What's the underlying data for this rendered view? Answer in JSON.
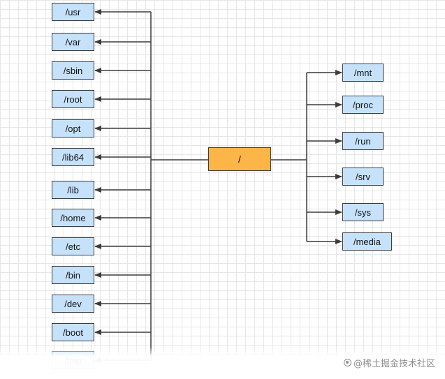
{
  "root": {
    "label": "/"
  },
  "left_nodes": [
    {
      "id": "usr",
      "label": "/usr"
    },
    {
      "id": "var",
      "label": "/var"
    },
    {
      "id": "sbin",
      "label": "/sbin"
    },
    {
      "id": "root",
      "label": "/root"
    },
    {
      "id": "opt",
      "label": "/opt"
    },
    {
      "id": "lib64",
      "label": "/lib64"
    },
    {
      "id": "lib",
      "label": "/lib"
    },
    {
      "id": "home",
      "label": "/home"
    },
    {
      "id": "etc",
      "label": "/etc"
    },
    {
      "id": "bin",
      "label": "/bin"
    },
    {
      "id": "dev",
      "label": "/dev"
    },
    {
      "id": "boot",
      "label": "/boot"
    },
    {
      "id": "tmp",
      "label": "/tmp"
    }
  ],
  "right_nodes": [
    {
      "id": "mnt",
      "label": "/mnt"
    },
    {
      "id": "proc",
      "label": "/proc"
    },
    {
      "id": "run",
      "label": "/run"
    },
    {
      "id": "srv",
      "label": "/srv"
    },
    {
      "id": "sys",
      "label": "/sys"
    },
    {
      "id": "media",
      "label": "/media"
    }
  ],
  "colors": {
    "root_fill": "#fdb548",
    "node_fill": "#c6e2fb",
    "line": "#3c3c3c"
  },
  "watermark": {
    "text": "@稀土掘金技术社区",
    "icon": "juejin-logo-icon"
  }
}
